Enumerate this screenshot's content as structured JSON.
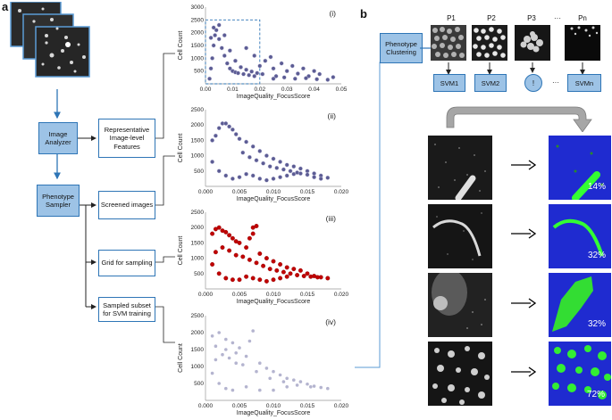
{
  "panel_a": {
    "letter": "a",
    "nodes": {
      "image_analyzer": "Image Analyzer",
      "phenotype_sampler": "Phenotype Sampler",
      "representative_features": "Representative Image-level Features",
      "screened_images": "Screened images",
      "grid_for_sampling": "Grid for sampling",
      "sampled_subset": "Sampled subset for SVM training"
    }
  },
  "panel_b": {
    "letter": "b",
    "phenotype_clustering": "Phenotype Clustering",
    "clusters": [
      "P1",
      "P2",
      "P3",
      "···",
      "Pn"
    ],
    "svms": [
      "SVM1",
      "SVM2",
      "!",
      "···",
      "SVMn"
    ],
    "rows": [
      {
        "percent": "14%"
      },
      {
        "percent": "32%"
      },
      {
        "percent": "32%"
      },
      {
        "percent": "72%"
      }
    ]
  },
  "chart_data": [
    {
      "type": "scatter",
      "panel": "(i)",
      "xlabel": "ImageQuality_FocusScore",
      "ylabel": "Cell Count",
      "xlim": [
        0,
        0.05
      ],
      "ylim": [
        0,
        3000
      ],
      "xticks": [
        "0.00",
        "0.01",
        "0.02",
        "0.03",
        "0.04",
        "0.05"
      ],
      "yticks": [
        "500",
        "1000",
        "1500",
        "2000",
        "2500",
        "3000"
      ],
      "selection_box": {
        "x": [
          0.0,
          0.02
        ],
        "y": [
          0,
          2500
        ]
      },
      "points": [
        [
          0.0015,
          200
        ],
        [
          0.002,
          600
        ],
        [
          0.0025,
          1000
        ],
        [
          0.003,
          1500
        ],
        [
          0.0035,
          1900
        ],
        [
          0.004,
          2100
        ],
        [
          0.005,
          1750
        ],
        [
          0.006,
          1400
        ],
        [
          0.007,
          1100
        ],
        [
          0.008,
          800
        ],
        [
          0.009,
          600
        ],
        [
          0.01,
          500
        ],
        [
          0.011,
          450
        ],
        [
          0.012,
          420
        ],
        [
          0.014,
          380
        ],
        [
          0.016,
          340
        ],
        [
          0.018,
          300
        ],
        [
          0.002,
          1800
        ],
        [
          0.003,
          2200
        ],
        [
          0.005,
          2300
        ],
        [
          0.007,
          1900
        ],
        [
          0.009,
          1300
        ],
        [
          0.011,
          900
        ],
        [
          0.013,
          650
        ],
        [
          0.015,
          550
        ],
        [
          0.017,
          480
        ],
        [
          0.019,
          420
        ],
        [
          0.021,
          380
        ],
        [
          0.024,
          1050
        ],
        [
          0.025,
          600
        ],
        [
          0.026,
          300
        ],
        [
          0.028,
          800
        ],
        [
          0.03,
          500
        ],
        [
          0.032,
          700
        ],
        [
          0.034,
          400
        ],
        [
          0.036,
          600
        ],
        [
          0.038,
          300
        ],
        [
          0.04,
          500
        ],
        [
          0.042,
          380
        ],
        [
          0.045,
          160
        ],
        [
          0.047,
          260
        ],
        [
          0.025,
          200
        ],
        [
          0.029,
          250
        ],
        [
          0.033,
          200
        ],
        [
          0.037,
          220
        ],
        [
          0.041,
          180
        ],
        [
          0.02,
          700
        ],
        [
          0.022,
          900
        ],
        [
          0.018,
          1100
        ],
        [
          0.015,
          1400
        ]
      ]
    },
    {
      "type": "scatter",
      "panel": "(ii)",
      "xlabel": "ImageQuality_FocusScore",
      "ylabel": "Cell Count",
      "xlim": [
        0,
        0.02
      ],
      "ylim": [
        0,
        2500
      ],
      "xticks": [
        "0.000",
        "0.005",
        "0.010",
        "0.015",
        "0.020"
      ],
      "yticks": [
        "500",
        "1000",
        "1500",
        "2000",
        "2500"
      ],
      "points": [
        [
          0.001,
          1500
        ],
        [
          0.0015,
          1650
        ],
        [
          0.002,
          1900
        ],
        [
          0.0025,
          2050
        ],
        [
          0.003,
          2050
        ],
        [
          0.0035,
          1950
        ],
        [
          0.004,
          1850
        ],
        [
          0.0045,
          1700
        ],
        [
          0.005,
          1550
        ],
        [
          0.006,
          1450
        ],
        [
          0.007,
          1300
        ],
        [
          0.008,
          1150
        ],
        [
          0.009,
          1000
        ],
        [
          0.01,
          900
        ],
        [
          0.011,
          800
        ],
        [
          0.012,
          700
        ],
        [
          0.013,
          650
        ],
        [
          0.014,
          580
        ],
        [
          0.015,
          500
        ],
        [
          0.016,
          420
        ],
        [
          0.017,
          350
        ],
        [
          0.018,
          280
        ],
        [
          0.001,
          800
        ],
        [
          0.002,
          500
        ],
        [
          0.003,
          350
        ],
        [
          0.004,
          250
        ],
        [
          0.005,
          300
        ],
        [
          0.006,
          400
        ],
        [
          0.007,
          350
        ],
        [
          0.008,
          250
        ],
        [
          0.009,
          200
        ],
        [
          0.01,
          250
        ],
        [
          0.011,
          300
        ],
        [
          0.012,
          350
        ],
        [
          0.013,
          400
        ],
        [
          0.014,
          420
        ],
        [
          0.015,
          380
        ],
        [
          0.016,
          300
        ],
        [
          0.017,
          250
        ],
        [
          0.0055,
          1100
        ],
        [
          0.0065,
          950
        ],
        [
          0.0075,
          850
        ],
        [
          0.0085,
          750
        ],
        [
          0.0095,
          650
        ],
        [
          0.0105,
          600
        ],
        [
          0.0115,
          550
        ],
        [
          0.0125,
          500
        ],
        [
          0.0135,
          450
        ]
      ]
    },
    {
      "type": "scatter",
      "panel": "(iii)",
      "xlabel": "ImageQuality_FocusScore",
      "ylabel": "Cell Count",
      "xlim": [
        0,
        0.02
      ],
      "ylim": [
        0,
        2500
      ],
      "xticks": [
        "0.000",
        "0.005",
        "0.010",
        "0.015",
        "0.020"
      ],
      "yticks": [
        "500",
        "1000",
        "1500",
        "2000",
        "2500"
      ],
      "points": [
        [
          0.001,
          1800
        ],
        [
          0.0015,
          1950
        ],
        [
          0.002,
          2000
        ],
        [
          0.0025,
          1900
        ],
        [
          0.003,
          1850
        ],
        [
          0.0035,
          1750
        ],
        [
          0.004,
          1650
        ],
        [
          0.0045,
          1550
        ],
        [
          0.005,
          1500
        ],
        [
          0.006,
          1350
        ],
        [
          0.007,
          2000
        ],
        [
          0.0075,
          2050
        ],
        [
          0.007,
          1800
        ],
        [
          0.0065,
          1650
        ],
        [
          0.008,
          1150
        ],
        [
          0.009,
          1000
        ],
        [
          0.01,
          900
        ],
        [
          0.011,
          800
        ],
        [
          0.012,
          700
        ],
        [
          0.013,
          650
        ],
        [
          0.014,
          600
        ],
        [
          0.015,
          500
        ],
        [
          0.016,
          420
        ],
        [
          0.017,
          380
        ],
        [
          0.018,
          350
        ],
        [
          0.001,
          800
        ],
        [
          0.002,
          500
        ],
        [
          0.003,
          350
        ],
        [
          0.004,
          300
        ],
        [
          0.005,
          300
        ],
        [
          0.006,
          400
        ],
        [
          0.007,
          350
        ],
        [
          0.008,
          300
        ],
        [
          0.009,
          250
        ],
        [
          0.01,
          300
        ],
        [
          0.011,
          350
        ],
        [
          0.012,
          400
        ],
        [
          0.0015,
          1200
        ],
        [
          0.0025,
          1350
        ],
        [
          0.0035,
          1250
        ],
        [
          0.0045,
          1100
        ],
        [
          0.0055,
          1050
        ],
        [
          0.0065,
          950
        ],
        [
          0.0075,
          850
        ],
        [
          0.0085,
          750
        ],
        [
          0.0095,
          650
        ],
        [
          0.0105,
          600
        ],
        [
          0.0115,
          550
        ],
        [
          0.0125,
          500
        ],
        [
          0.0135,
          450
        ],
        [
          0.0145,
          420
        ],
        [
          0.0155,
          400
        ],
        [
          0.0165,
          380
        ]
      ]
    },
    {
      "type": "scatter",
      "panel": "(iv)",
      "xlabel": "ImageQuality_FocusScore",
      "ylabel": "Cell Count",
      "xlim": [
        0,
        0.02
      ],
      "ylim": [
        0,
        2500
      ],
      "xticks": [
        "0.000",
        "0.005",
        "0.010",
        "0.015",
        "0.020"
      ],
      "yticks": [
        "500",
        "1000",
        "1500",
        "2000",
        "2500"
      ],
      "points": [
        [
          0.001,
          1900
        ],
        [
          0.002,
          2000
        ],
        [
          0.003,
          1800
        ],
        [
          0.004,
          1700
        ],
        [
          0.005,
          1550
        ],
        [
          0.007,
          2050
        ],
        [
          0.0065,
          1750
        ],
        [
          0.008,
          1100
        ],
        [
          0.009,
          950
        ],
        [
          0.01,
          850
        ],
        [
          0.011,
          750
        ],
        [
          0.012,
          650
        ],
        [
          0.013,
          600
        ],
        [
          0.014,
          550
        ],
        [
          0.015,
          480
        ],
        [
          0.016,
          420
        ],
        [
          0.017,
          380
        ],
        [
          0.018,
          350
        ],
        [
          0.001,
          800
        ],
        [
          0.002,
          500
        ],
        [
          0.003,
          350
        ],
        [
          0.004,
          300
        ],
        [
          0.006,
          400
        ],
        [
          0.008,
          300
        ],
        [
          0.01,
          300
        ],
        [
          0.012,
          400
        ],
        [
          0.0015,
          1200
        ],
        [
          0.0025,
          1350
        ],
        [
          0.0035,
          1250
        ],
        [
          0.0045,
          1100
        ],
        [
          0.0055,
          1050
        ],
        [
          0.0075,
          850
        ],
        [
          0.0095,
          650
        ],
        [
          0.0115,
          550
        ],
        [
          0.0135,
          450
        ],
        [
          0.0155,
          400
        ],
        [
          0.0015,
          1600
        ],
        [
          0.003,
          1500
        ],
        [
          0.006,
          1300
        ],
        [
          0.0045,
          1400
        ]
      ]
    }
  ]
}
